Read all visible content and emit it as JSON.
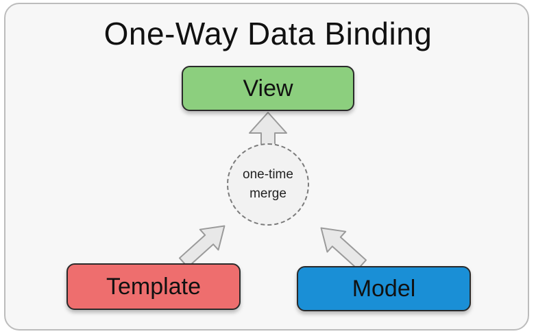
{
  "diagram": {
    "title": "One-Way Data Binding",
    "nodes": {
      "view": "View",
      "template": "Template",
      "model": "Model",
      "merge": "one-time merge"
    },
    "colors": {
      "view_fill": "#8ccf7e",
      "template_fill": "#ee6e6e",
      "model_fill": "#1a8fd6",
      "arrow_fill": "#e8e8e8",
      "arrow_stroke": "#9a9a9a"
    }
  }
}
